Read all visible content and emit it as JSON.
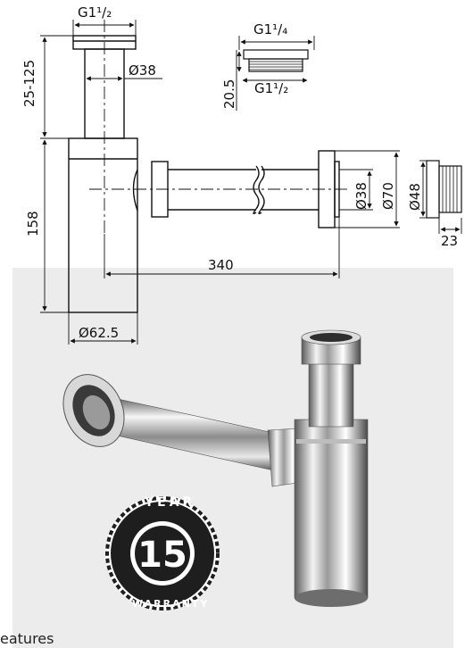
{
  "dimensions": {
    "thread_top": "G1¹/₂",
    "height_adjust": "25-125",
    "tube_diameter": "Ø38",
    "nut_thread_top": "G1¹/₄",
    "nut_thread_bottom": "G1¹/₂",
    "nut_height": "20.5",
    "body_height": "158",
    "outlet_inner": "Ø38",
    "outlet_flange": "Ø70",
    "adapter_diameter": "Ø48",
    "adapter_length": "23",
    "outlet_length": "340",
    "body_diameter": "Ø62.5"
  },
  "badge": {
    "word_top": "YEAR",
    "number": "15",
    "word_bottom": "WARRANTY"
  },
  "footer": {
    "text": "eatures"
  }
}
